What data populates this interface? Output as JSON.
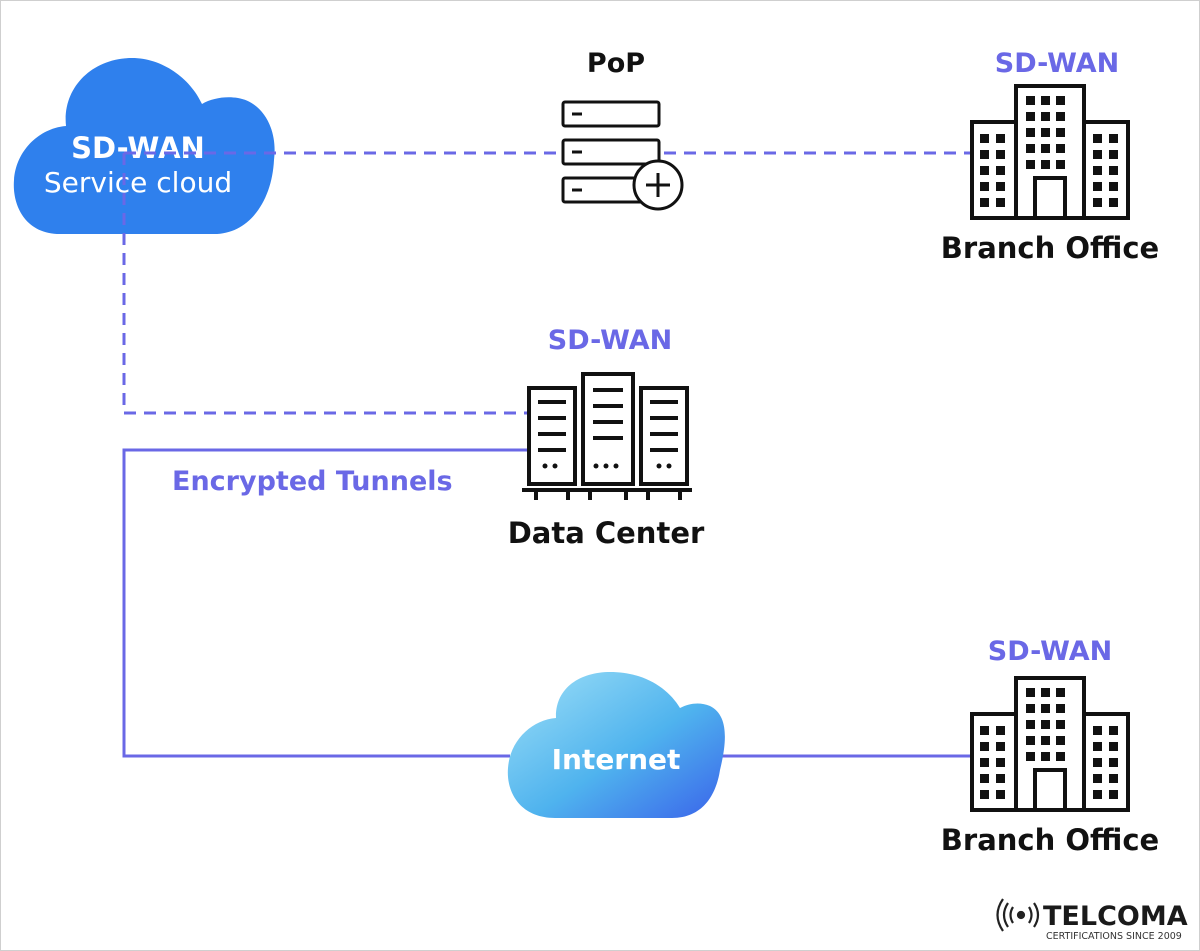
{
  "diagram": {
    "service_cloud": {
      "title": "SD-WAN",
      "subtitle": "Service cloud"
    },
    "pop": {
      "label": "PoP"
    },
    "branch_top": {
      "tag": "SD-WAN",
      "label": "Branch Office"
    },
    "data_center": {
      "tag": "SD-WAN",
      "label": "Data Center"
    },
    "tunnels_label": "Encrypted Tunnels",
    "internet": {
      "label": "Internet"
    },
    "branch_bottom": {
      "tag": "SD-WAN",
      "label": "Branch Office"
    }
  },
  "brand": {
    "name": "TELCOMA",
    "tagline": "CERTIFICATIONS SINCE 2009"
  },
  "colors": {
    "dashed_line": "#6a68e6",
    "solid_line": "#6a68e6",
    "service_cloud": "#2f80ed",
    "internet_cloud_top": "#8fd4f5",
    "internet_cloud_bottom": "#3b7bea",
    "label_blue": "#6a68e6"
  }
}
